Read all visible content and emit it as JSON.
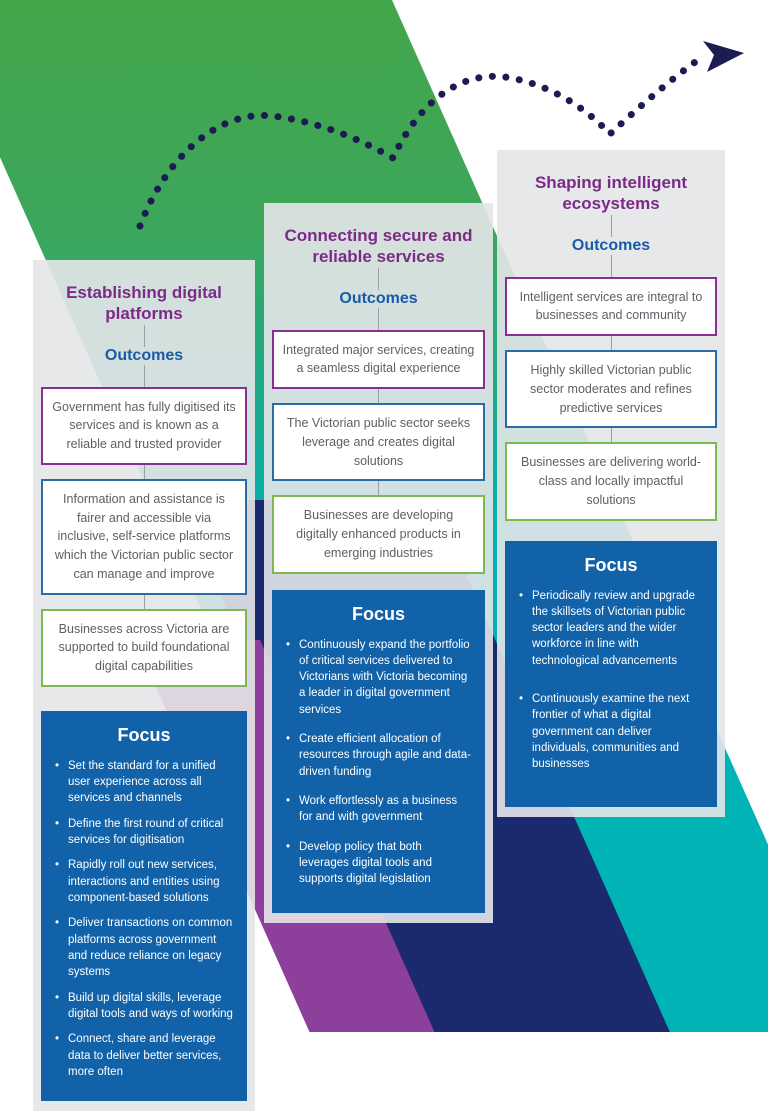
{
  "colors": {
    "band_green": "#43a64a",
    "band_teal": "#00b3b5",
    "band_navy": "#1b2a6f",
    "band_purple": "#8c3f9b",
    "title_purple": "#7c2a87",
    "outcomes_blue": "#1a5ba6",
    "focus_panel_blue": "#1162a9",
    "box_border_purple": "#8a2f92",
    "box_border_blue": "#2a6ca5",
    "box_border_green": "#7cba51",
    "arrow_navy": "#1b1c51"
  },
  "columns": [
    {
      "title": "Establishing digital platforms",
      "outcomes_label": "Outcomes",
      "boxes": [
        {
          "text": "Government has fully digitised its services and is known as a reliable and trusted provider"
        },
        {
          "text": "Information and assistance is fairer and accessible via inclusive, self-service platforms which the Victorian public sector can manage and improve"
        },
        {
          "text": "Businesses across Victoria are supported to build foundational digital capabilities"
        }
      ],
      "focus": {
        "title": "Focus",
        "bullets": [
          "Set the standard for a unified user experience across all services and channels",
          "Define the first round of critical services for digitisation",
          "Rapidly roll out new services, interactions and entities using component-based solutions",
          "Deliver transactions on common platforms across government and reduce reliance on legacy systems",
          "Build up digital skills, leverage digital tools and ways of working",
          "Connect, share and leverage data to deliver better services, more often"
        ]
      }
    },
    {
      "title": "Connecting secure and reliable services",
      "outcomes_label": "Outcomes",
      "boxes": [
        {
          "text": "Integrated major services, creating a seamless digital experience"
        },
        {
          "text": "The Victorian public sector seeks leverage and creates digital solutions"
        },
        {
          "text": "Businesses are developing digitally enhanced products in emerging industries"
        }
      ],
      "focus": {
        "title": "Focus",
        "bullets": [
          "Continuously expand the portfolio of critical services delivered to Victorians with Victoria becoming a leader in digital government services",
          "Create efficient allocation of resources through agile and data-driven funding",
          "Work effortlessly as a business for and with government",
          "Develop policy that both leverages digital tools and supports digital legislation"
        ]
      }
    },
    {
      "title": "Shaping intelligent ecosystems",
      "outcomes_label": "Outcomes",
      "boxes": [
        {
          "text": "Intelligent services are integral to businesses and community"
        },
        {
          "text": "Highly skilled Victorian public sector moderates and refines predictive services"
        },
        {
          "text": "Businesses are delivering world-class and locally impactful solutions"
        }
      ],
      "focus": {
        "title": "Focus",
        "bullets": [
          "Periodically review and upgrade the skillsets of Victorian public sector leaders and the wider workforce in line with technological advancements",
          "Continuously examine the next frontier of what a digital government can deliver individuals, communities and businesses"
        ]
      }
    }
  ]
}
